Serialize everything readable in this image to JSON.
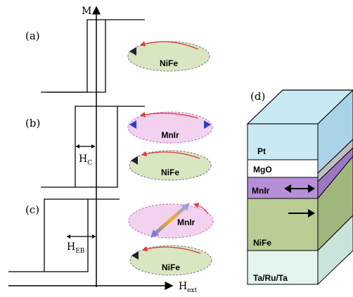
{
  "axes": {
    "y_label": "M",
    "x_label_main": "H",
    "x_label_sub": "ext"
  },
  "panels": {
    "a": {
      "label": "(a)",
      "ellipse_label": "NiFe"
    },
    "b": {
      "label": "(b)",
      "coercive_main": "H",
      "coercive_sub": "C",
      "ellipse_top_label": "MnIr",
      "ellipse_bottom_label": "NiFe"
    },
    "c": {
      "label": "(c)",
      "exchange_main": "H",
      "exchange_sub": "EB",
      "ellipse_top_label": "MnIr",
      "ellipse_bottom_label": "NiFe"
    },
    "d": {
      "label": "(d)"
    }
  },
  "stack": {
    "layers": [
      {
        "name": "Pt"
      },
      {
        "name": "MgO"
      },
      {
        "name": "MnIr"
      },
      {
        "name": "NiFe"
      },
      {
        "name": "Ta/Ru/Ta"
      }
    ]
  },
  "colors": {
    "nife_fill": "#d9e6c2",
    "mnir_fill": "#f3d2ef",
    "pt_layer": "#c9e9f5",
    "mgo_layer": "#ffffff",
    "mnir_layer": "#b68fd8",
    "nife_layer": "#b9cd95",
    "ta_layer": "#e3f5ee",
    "red_arrow": "#e23b3b",
    "blue_arrow": "#2b3bd2",
    "gold_arrow": "#f0b020"
  }
}
